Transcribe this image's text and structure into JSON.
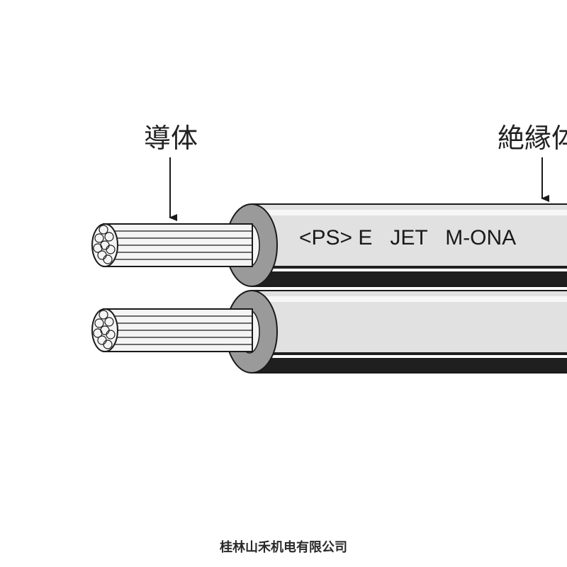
{
  "labels": {
    "conductor": "導体",
    "insulator": "絶縁体"
  },
  "cable_marking": "<PS> E   JET   M-ONA",
  "footer": {
    "company": "桂林山禾机电有限公司"
  },
  "colors": {
    "insulation": "#e1e1e1",
    "insulation_ring": "#9a9a9a",
    "shadow_band": "#1f1f1f",
    "conductor": "#f4f4f4",
    "outline": "#1a1a1a"
  }
}
